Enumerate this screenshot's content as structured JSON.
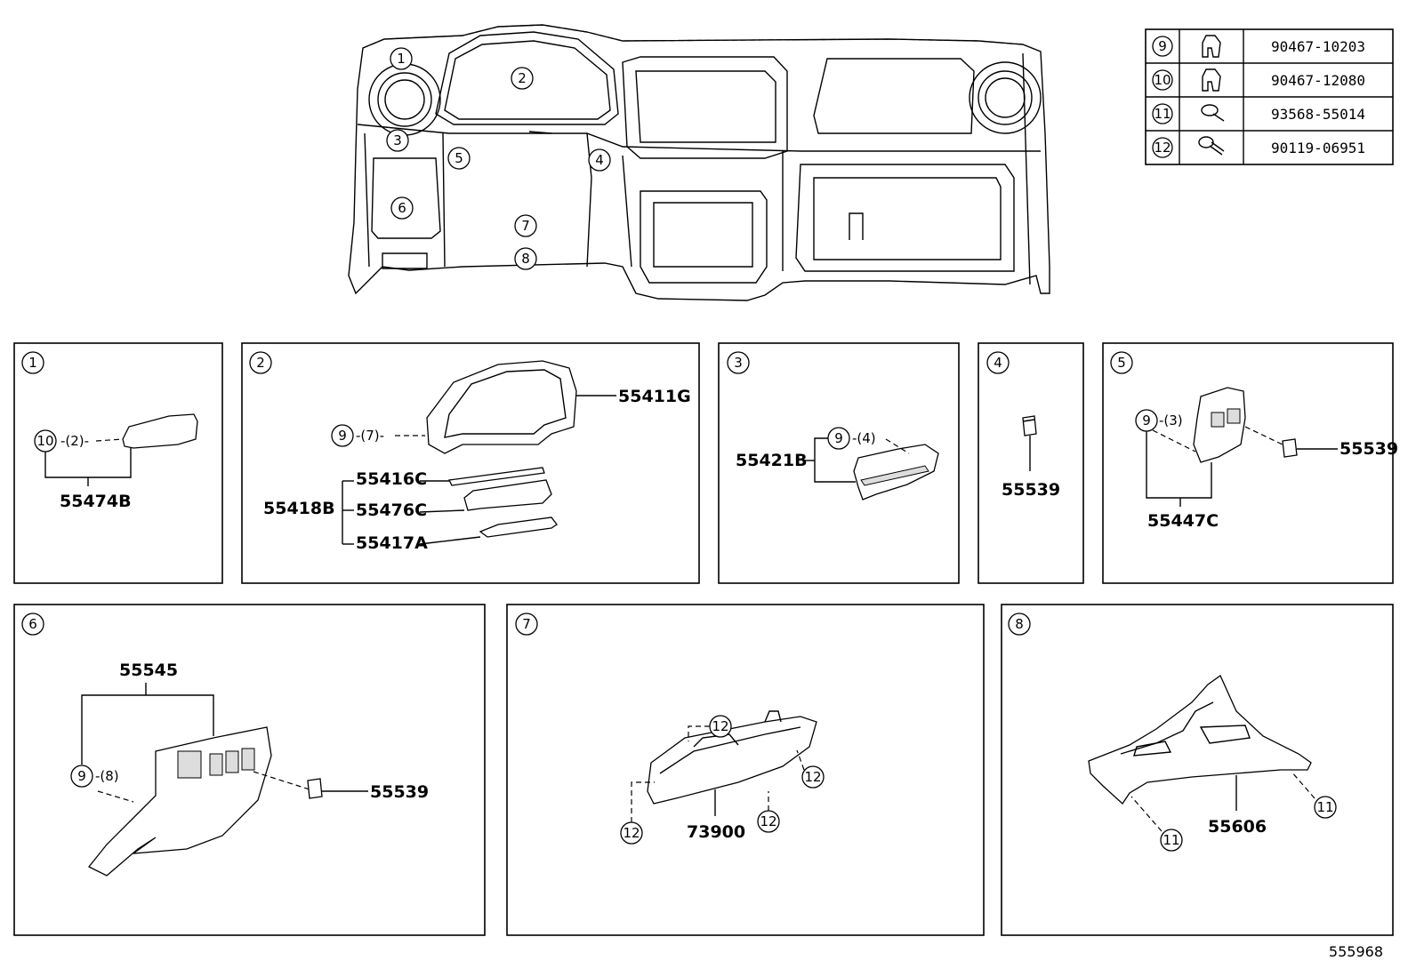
{
  "fastener_table": [
    {
      "callout": "9",
      "icon": "clip-icon",
      "part_no": "90467-10203"
    },
    {
      "callout": "10",
      "icon": "clip-icon",
      "part_no": "90467-12080"
    },
    {
      "callout": "11",
      "icon": "screw-icon",
      "part_no": "93568-55014"
    },
    {
      "callout": "12",
      "icon": "bolt-icon",
      "part_no": "90119-06951"
    }
  ],
  "overview_callouts": [
    "1",
    "2",
    "3",
    "4",
    "5",
    "6",
    "7",
    "8"
  ],
  "panels": [
    {
      "number": "1",
      "callouts": [
        "10"
      ],
      "qty": "-(2)-",
      "labels": [
        "55474B"
      ]
    },
    {
      "number": "2",
      "callouts": [
        "9"
      ],
      "qty": "-(7)-",
      "labels": [
        "55411G",
        "55416C",
        "55418B",
        "55476C",
        "55417A"
      ]
    },
    {
      "number": "3",
      "callouts": [
        "9"
      ],
      "qty": "-(4)",
      "labels": [
        "55421B"
      ]
    },
    {
      "number": "4",
      "callouts": [],
      "qty": "",
      "labels": [
        "55539"
      ]
    },
    {
      "number": "5",
      "callouts": [
        "9"
      ],
      "qty": "-(3)",
      "labels": [
        "55539",
        "55447C"
      ]
    },
    {
      "number": "6",
      "callouts": [
        "9"
      ],
      "qty": "-(8)",
      "labels": [
        "55545",
        "55539"
      ]
    },
    {
      "number": "7",
      "callouts": [
        "12",
        "12",
        "12",
        "12"
      ],
      "qty": "",
      "labels": [
        "73900"
      ]
    },
    {
      "number": "8",
      "callouts": [
        "11",
        "11"
      ],
      "qty": "",
      "labels": [
        "55606"
      ]
    }
  ],
  "reference_number": "555968"
}
